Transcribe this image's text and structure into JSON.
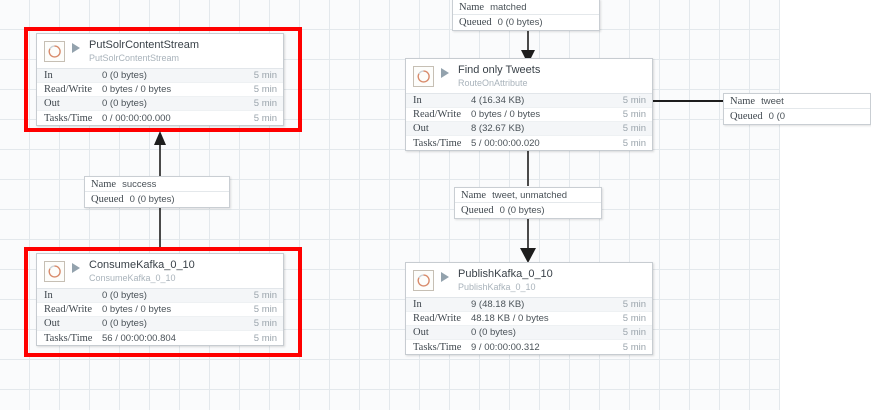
{
  "canvas": {
    "grid_size": 30,
    "background": "#fafbfc",
    "grid_color": "#e3e8ec",
    "selection_color": "#ff0000"
  },
  "stat_labels": {
    "in": "In",
    "read_write": "Read/Write",
    "out": "Out",
    "tasks_time": "Tasks/Time"
  },
  "connection_keys": {
    "name": "Name",
    "queued": "Queued"
  },
  "processors": [
    {
      "id": "put-solr-content-stream",
      "name": "PutSolrContentStream",
      "type": "PutSolrContentStream",
      "icon": "processor-icon",
      "run_state": "stopped",
      "selected": true,
      "stats": {
        "in": "0 (0 bytes)",
        "read_write": "0 bytes / 0 bytes",
        "out": "0 (0 bytes)",
        "tasks_time": "0 / 00:00:00.000",
        "period": "5 min"
      }
    },
    {
      "id": "consume-kafka-0-10",
      "name": "ConsumeKafka_0_10",
      "type": "ConsumeKafka_0_10",
      "icon": "processor-icon",
      "run_state": "stopped",
      "selected": true,
      "stats": {
        "in": "0 (0 bytes)",
        "read_write": "0 bytes / 0 bytes",
        "out": "0 (0 bytes)",
        "tasks_time": "56 / 00:00:00.804",
        "period": "5 min"
      }
    },
    {
      "id": "find-only-tweets",
      "name": "Find only Tweets",
      "type": "RouteOnAttribute",
      "icon": "processor-icon",
      "run_state": "stopped",
      "selected": false,
      "stats": {
        "in": "4 (16.34 KB)",
        "read_write": "0 bytes / 0 bytes",
        "out": "8 (32.67 KB)",
        "tasks_time": "5 / 00:00:00.020",
        "period": "5 min"
      }
    },
    {
      "id": "publish-kafka-0-10",
      "name": "PublishKafka_0_10",
      "type": "PublishKafka_0_10",
      "icon": "processor-icon",
      "run_state": "stopped",
      "selected": false,
      "stats": {
        "in": "9 (48.18 KB)",
        "read_write": "48.18 KB / 0 bytes",
        "out": "0 (0 bytes)",
        "tasks_time": "9 / 00:00:00.312",
        "period": "5 min"
      }
    }
  ],
  "connections": [
    {
      "id": "conn-matched",
      "name": "matched",
      "queued": "0 (0 bytes)"
    },
    {
      "id": "conn-success",
      "name": "success",
      "queued": "0 (0 bytes)"
    },
    {
      "id": "conn-tweet-unmatched",
      "name": "tweet, unmatched",
      "queued": "0 (0 bytes)"
    },
    {
      "id": "conn-tweet-clipped",
      "name": "tweet",
      "queued": "0 (0"
    }
  ]
}
